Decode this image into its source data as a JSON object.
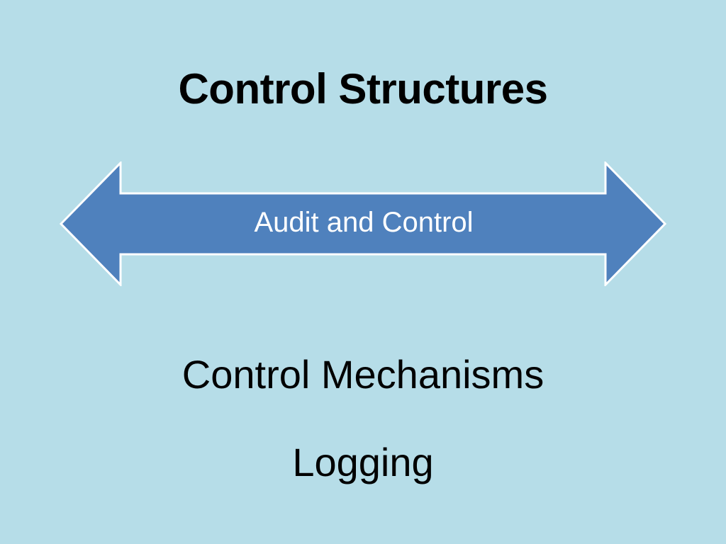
{
  "slide": {
    "title": "Control Structures",
    "arrow_label": "Audit and Control",
    "items": [
      "Control Mechanisms",
      "Logging"
    ]
  },
  "colors": {
    "background": "#b6dde8",
    "arrow_fill": "#4f81bd",
    "arrow_outline": "#ffffff",
    "arrow_text": "#ffffff",
    "text": "#000000"
  },
  "icons": {
    "arrow": "double-headed-arrow-icon"
  }
}
